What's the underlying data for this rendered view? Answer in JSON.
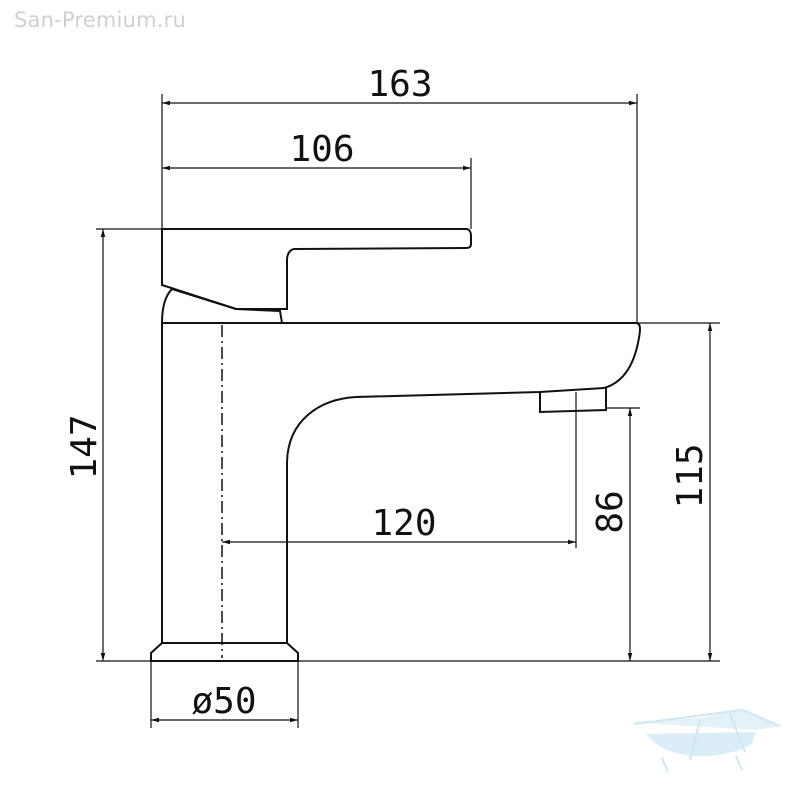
{
  "watermark": "San-Premium.ru",
  "dimensions": {
    "total_length": "163",
    "lever_length": "106",
    "total_height": "147",
    "spout_height_top": "115",
    "spout_outlet_height": "86",
    "spout_reach": "120",
    "base_diameter": "ø50"
  },
  "colors": {
    "line": "#111111",
    "logo": "#a8d4ea",
    "watermark": "#cfcfcf"
  },
  "logo": {
    "icon": "bathtub-logo-icon"
  }
}
